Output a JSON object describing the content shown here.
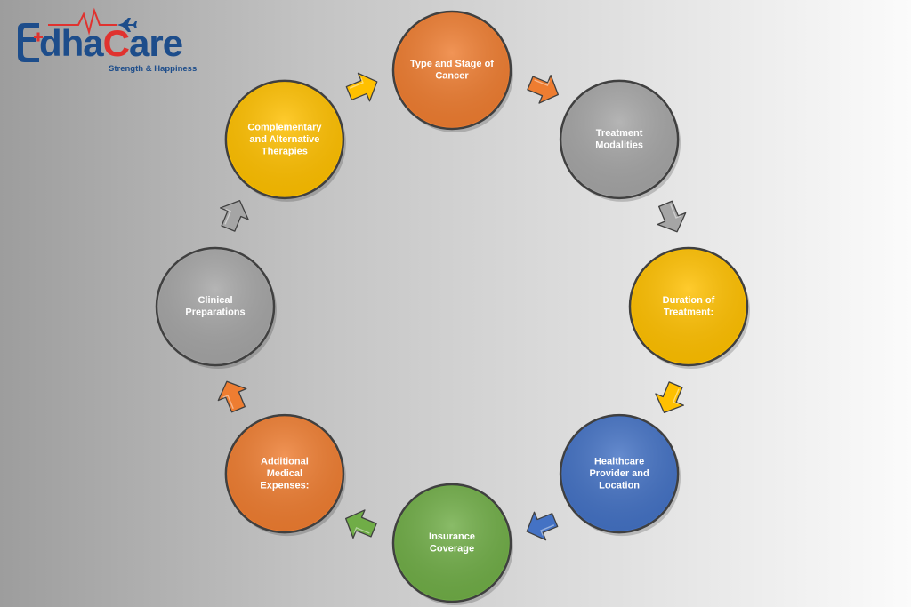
{
  "logo": {
    "part1": "dha",
    "part2": "C",
    "part3": "are",
    "tagline": "Strength & Happiness",
    "colors": {
      "primary": "#1d4d8b",
      "accent": "#e0322f"
    }
  },
  "nodes": [
    {
      "id": "type-stage",
      "lines": [
        "Type and Stage of",
        "Cancer"
      ],
      "color": "#ee7d31"
    },
    {
      "id": "treatment-modalities",
      "lines": [
        "Treatment",
        "Modalities"
      ],
      "color": "#a5a5a5"
    },
    {
      "id": "duration",
      "lines": [
        "Duration of",
        "Treatment:"
      ],
      "color": "#ffc000"
    },
    {
      "id": "healthcare-provider",
      "lines": [
        "Healthcare",
        "Provider and",
        "Location"
      ],
      "color": "#4472c4"
    },
    {
      "id": "insurance",
      "lines": [
        "Insurance",
        "Coverage"
      ],
      "color": "#70ad47"
    },
    {
      "id": "additional-expenses",
      "lines": [
        "Additional",
        "Medical",
        "Expenses:"
      ],
      "color": "#ee7d31"
    },
    {
      "id": "clinical",
      "lines": [
        "Clinical",
        "Preparations"
      ],
      "color": "#a5a5a5"
    },
    {
      "id": "complementary",
      "lines": [
        "Complementary",
        "and Alternative",
        "Therapies"
      ],
      "color": "#ffc000"
    }
  ],
  "arrow_colors": [
    "#ee7d31",
    "#a5a5a5",
    "#ffc000",
    "#4472c4",
    "#70ad47",
    "#ee7d31",
    "#a5a5a5",
    "#ffc000"
  ],
  "outline_color": "#404040",
  "text_color": "#ffffff"
}
